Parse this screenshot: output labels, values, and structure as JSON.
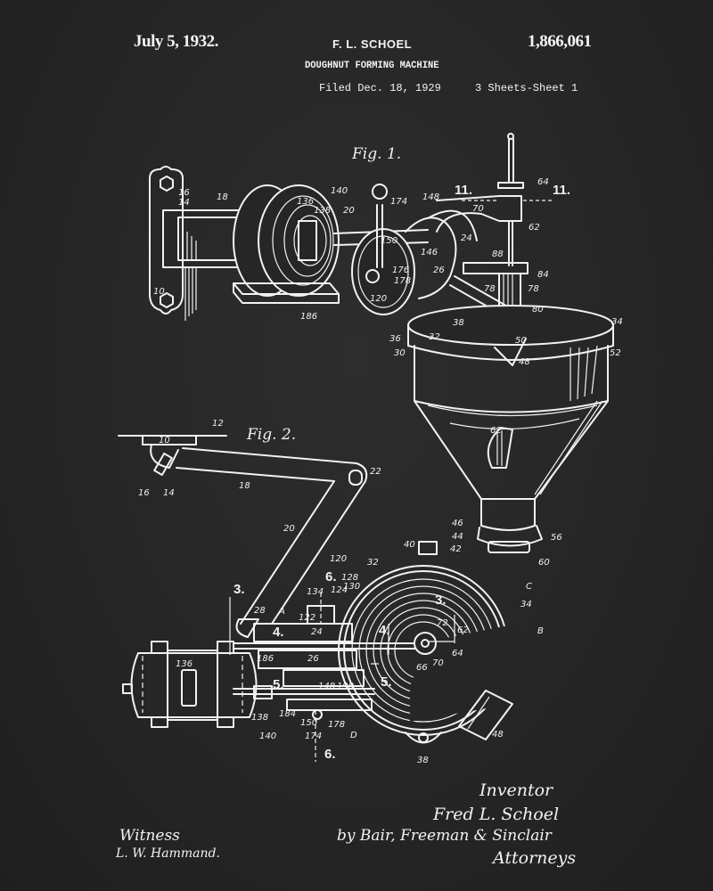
{
  "header": {
    "date": "July 5, 1932.",
    "inventor_short": "F. L. SCHOEL",
    "patent_number": "1,866,061",
    "title": "DOUGHNUT FORMING MACHINE",
    "filed": "Filed Dec. 18, 1929",
    "sheets": "3 Sheets-Sheet  1"
  },
  "figures": {
    "fig1": {
      "caption": "Fig. 1.",
      "section_marks": [
        "11.",
        "11."
      ],
      "labels": [
        "16",
        "14",
        "18",
        "10",
        "136",
        "138",
        "140",
        "20",
        "174",
        "148",
        "150",
        "146",
        "176",
        "178",
        "120",
        "186",
        "24",
        "26",
        "64",
        "70",
        "62",
        "88",
        "84",
        "78",
        "78",
        "80",
        "38",
        "36",
        "30",
        "32",
        "34",
        "52",
        "48",
        "50",
        "62"
      ]
    },
    "fig2": {
      "caption": "Fig. 2.",
      "section_marks": [
        "3.",
        "4.",
        "5.",
        "6.",
        "6.",
        "3.",
        "4.",
        "5."
      ],
      "labels": [
        "12",
        "10",
        "16",
        "14",
        "18",
        "22",
        "20",
        "120",
        "128",
        "130",
        "124",
        "134",
        "28",
        "A",
        "122",
        "24",
        "26",
        "186",
        "136",
        "138",
        "140",
        "184",
        "150",
        "174",
        "178",
        "D",
        "148",
        "190",
        "32",
        "40",
        "46",
        "44",
        "42",
        "C",
        "34",
        "B",
        "72",
        "62",
        "64",
        "70",
        "66",
        "38",
        "48",
        "56",
        "60"
      ]
    }
  },
  "signatures": {
    "inventor_heading": "Inventor",
    "inventor_name": "Fred L. Schoel",
    "attorneys_by": "by Bair, Freeman & Sinclair",
    "attorneys_label": "Attorneys",
    "witness_heading": "Witness",
    "witness_name": "L. W. Hammand."
  },
  "colors": {
    "background": "#262626",
    "ink": "#f2f2f2"
  }
}
